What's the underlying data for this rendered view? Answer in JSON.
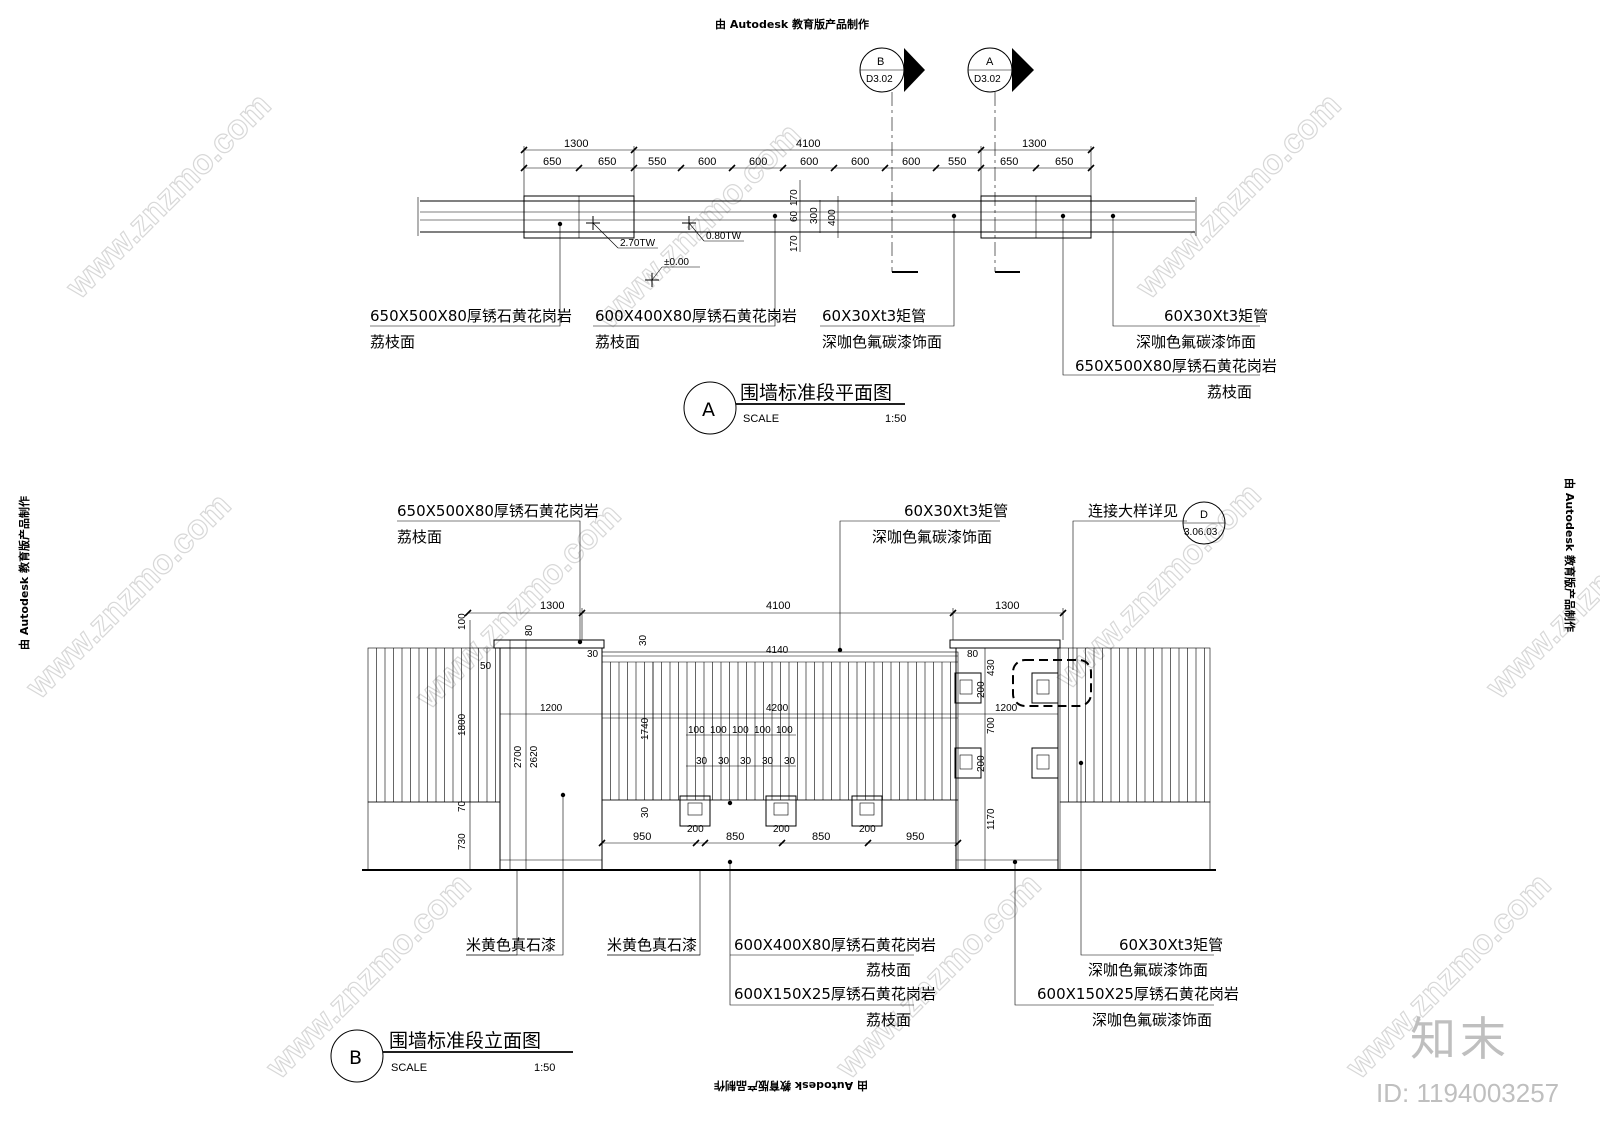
{
  "edu_stamp": "由 Autodesk 教育版产品制作",
  "watermark_text": "www.znzmo.com",
  "brand": {
    "name": "知末",
    "id": "ID: 1194003257"
  },
  "section_marks": [
    {
      "letter": "B",
      "ref": "D3.02"
    },
    {
      "letter": "A",
      "ref": "D3.02"
    }
  ],
  "plan": {
    "title": "围墙标准段平面图",
    "scale_label": "SCALE",
    "scale": "1:50",
    "badge": "A",
    "dims_top": [
      "1300",
      "4100",
      "1300"
    ],
    "dims_mid": [
      "650",
      "650",
      "550",
      "600",
      "600",
      "600",
      "600",
      "600",
      "550",
      "650",
      "650"
    ],
    "dims_vert": [
      "170",
      "60",
      "170",
      "300",
      "400"
    ],
    "levels": [
      "2.70TW",
      "0.80TW",
      "±0.00"
    ],
    "notes": {
      "left_1": "650X500X80厚锈石黄花岗岩",
      "left_2": "荔枝面",
      "mid_1": "600X400X80厚锈石黄花岗岩",
      "mid_2": "荔枝面",
      "pipe_1": "60X30Xt3矩管",
      "pipe_2": "深咖色氟碳漆饰面",
      "right_1": "60X30Xt3矩管",
      "right_2": "深咖色氟碳漆饰面",
      "right_3": "650X500X80厚锈石黄花岗岩",
      "right_4": "荔枝面"
    }
  },
  "elev": {
    "title": "围墙标准段立面图",
    "scale_label": "SCALE",
    "scale": "1:50",
    "badge": "B",
    "detail_ref": {
      "letter": "D",
      "ref": "3.06.03"
    },
    "dims_top": [
      "1300",
      "4100",
      "1300"
    ],
    "dims_left": [
      "100",
      "80",
      "50",
      "1800",
      "2700",
      "2620",
      "70",
      "730"
    ],
    "dims_inner": [
      "30",
      "30",
      "4140",
      "1200",
      "4200",
      "1740",
      "30",
      "1200",
      "430",
      "200",
      "700",
      "200",
      "1170"
    ],
    "dims_spacing": [
      "100",
      "100",
      "100",
      "100",
      "100"
    ],
    "dims_spacing30": [
      "30",
      "30",
      "30",
      "30",
      "30"
    ],
    "dims_bottom": [
      "950",
      "850",
      "850",
      "950"
    ],
    "dims_200": [
      "200",
      "200",
      "200"
    ],
    "notes": {
      "top_left_1": "650X500X80厚锈石黄花岗岩",
      "top_left_2": "荔枝面",
      "top_mid_1": "60X30Xt3矩管",
      "top_mid_2": "深咖色氟碳漆饰面",
      "top_right": "连接大样详见",
      "bot_a": "米黄色真石漆",
      "bot_b": "米黄色真石漆",
      "bot_c1": "600X400X80厚锈石黄花岗岩",
      "bot_c2": "荔枝面",
      "bot_c3": "600X150X25厚锈石黄花岗岩",
      "bot_c4": "荔枝面",
      "bot_d1": "60X30Xt3矩管",
      "bot_d2": "深咖色氟碳漆饰面",
      "bot_d3": "600X150X25厚锈石黄花岗岩",
      "bot_d4": "深咖色氟碳漆饰面"
    }
  }
}
